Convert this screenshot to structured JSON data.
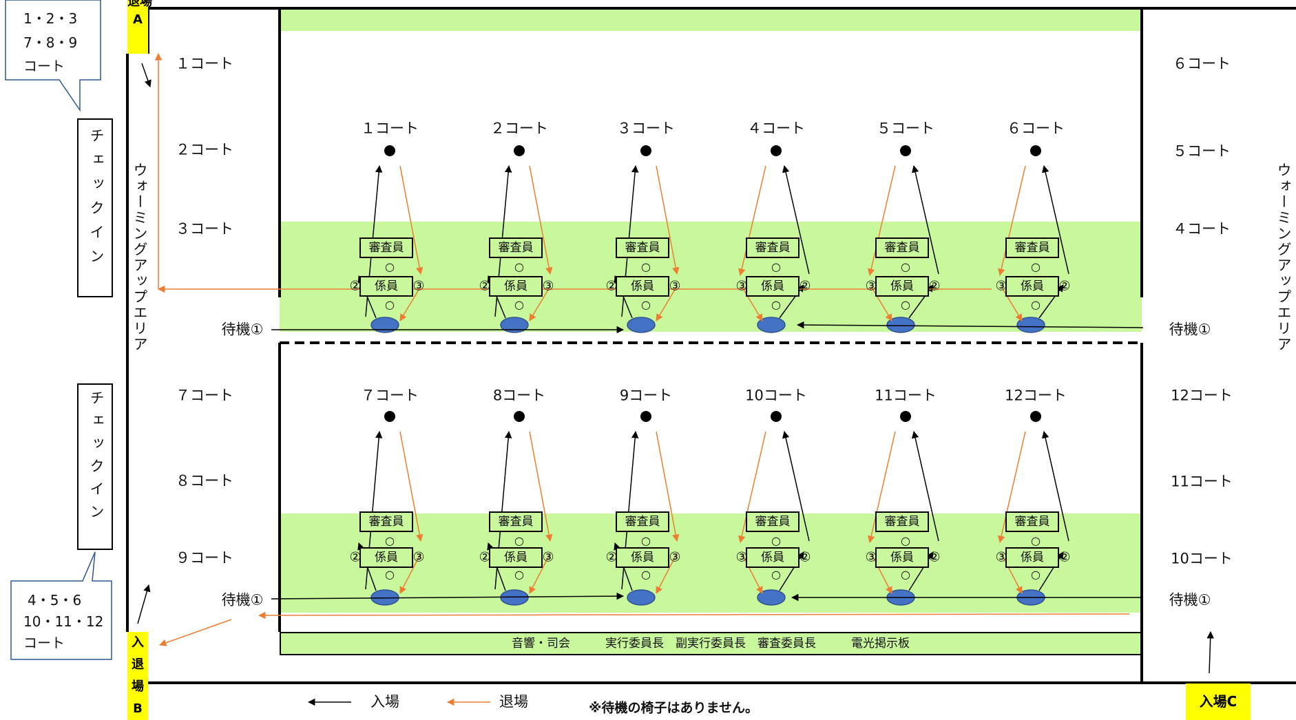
{
  "gates": {
    "exit_a": "退場\nA",
    "entry_exit_b": "入\n退\n場\nB",
    "entry_c": "入場C"
  },
  "callouts": {
    "top_left": [
      "1・2・3",
      "7・8・9",
      "コート"
    ],
    "bottom_left": [
      "4・5・6",
      "10・11・12",
      "コート"
    ]
  },
  "checkin_label": "チェックイン",
  "warmup_label": "ウォーミングアップエリア",
  "left_warmup_courts": [
    "１コート",
    "２コート",
    "３コート",
    "７コート",
    "８コート",
    "９コート"
  ],
  "right_warmup_courts": [
    "６コート",
    "５コート",
    "４コート",
    "12コート",
    "11コート",
    "10コート"
  ],
  "courts_top": [
    "１コート",
    "２コート",
    "３コート",
    "４コート",
    "５コート",
    "６コート"
  ],
  "courts_bottom": [
    "７コート",
    "8コート",
    "9コート",
    "10コート",
    "11コート",
    "12コート"
  ],
  "judge_label": "審査員",
  "staff_label": "係員",
  "circle_mark": "○",
  "num2": "②",
  "num3": "③",
  "waiting_label": "待機①",
  "stage_text": "音響・司会　　　実行委員長　副実行委員長　審査委員長　　　電光掲示板",
  "legend": {
    "entry": "入場",
    "exit": "退場",
    "note": "※待機の椅子はありません。"
  },
  "colors": {
    "green": "#c9f79b",
    "entry_arrow": "#000000",
    "exit_arrow": "#ed7d31",
    "chair": "#4472c4",
    "gate": "#ffff00",
    "callout_border": "#2f5597"
  }
}
